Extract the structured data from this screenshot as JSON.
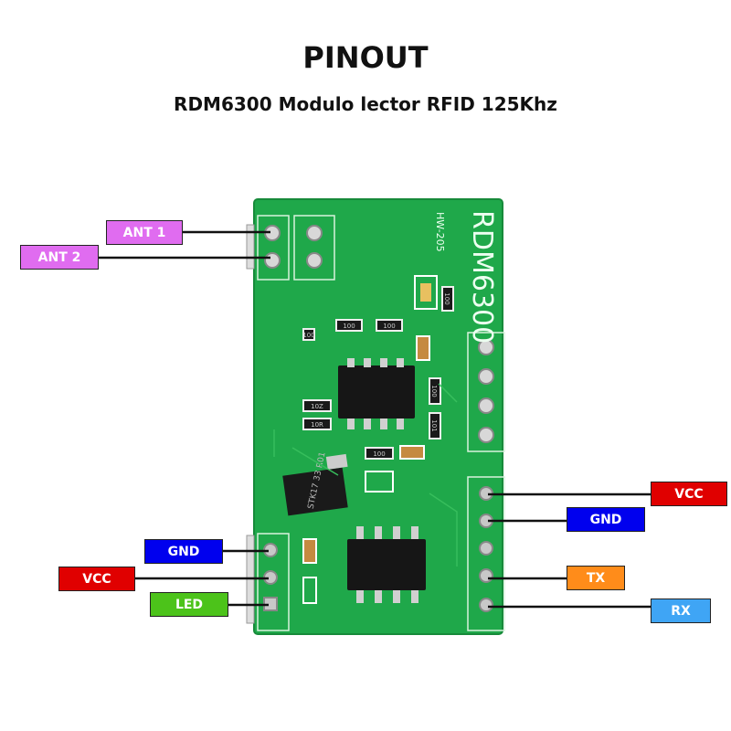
{
  "header": {
    "title": "PINOUT",
    "subtitle": "RDM6300 Modulo lector RFID 125Khz"
  },
  "board": {
    "model_text": "RDM6300",
    "hw_text": "HW-205",
    "chip_text": "STK17 33 R01",
    "resistor_texts": [
      "100",
      "100",
      "100",
      "10Z",
      "10R",
      "100",
      "101",
      "100",
      "100"
    ],
    "color": "#1fa84a"
  },
  "pins": {
    "ant1": {
      "label": "ANT 1",
      "color": "#e06cf0",
      "text_color": "#ffffff"
    },
    "ant2": {
      "label": "ANT 2",
      "color": "#e06cf0",
      "text_color": "#ffffff"
    },
    "gnd_left": {
      "label": "GND",
      "color": "#0000ee",
      "text_color": "#ffffff"
    },
    "vcc_left": {
      "label": "VCC",
      "color": "#e00000",
      "text_color": "#ffffff"
    },
    "led": {
      "label": "LED",
      "color": "#4cc31a",
      "text_color": "#ffffff"
    },
    "vcc_right": {
      "label": "VCC",
      "color": "#e00000",
      "text_color": "#ffffff"
    },
    "gnd_right": {
      "label": "GND",
      "color": "#0000ee",
      "text_color": "#ffffff"
    },
    "tx": {
      "label": "TX",
      "color": "#ff8c1a",
      "text_color": "#ffffff"
    },
    "rx": {
      "label": "RX",
      "color": "#3fa5f5",
      "text_color": "#ffffff"
    }
  }
}
